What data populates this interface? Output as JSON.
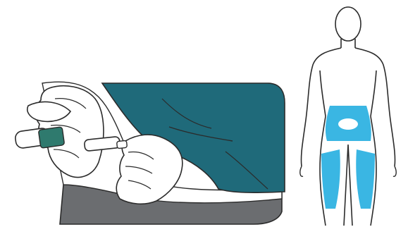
{
  "figure": {
    "left_panel": {
      "icon": "pen-injection-icon",
      "colors": {
        "shirt": "#1f6a7a",
        "lap": "#6b6d70",
        "pen_grip": "#2f7a6e",
        "outline": "#2b2b2b"
      }
    },
    "right_panel": {
      "icon": "body-outline-icon",
      "injection_sites": [
        "abdomen",
        "left-thigh",
        "right-thigh"
      ],
      "colors": {
        "site_fill": "#3ab6e3",
        "navel_exclusion": "#ffffff",
        "outline": "#2b2b2b"
      }
    }
  }
}
